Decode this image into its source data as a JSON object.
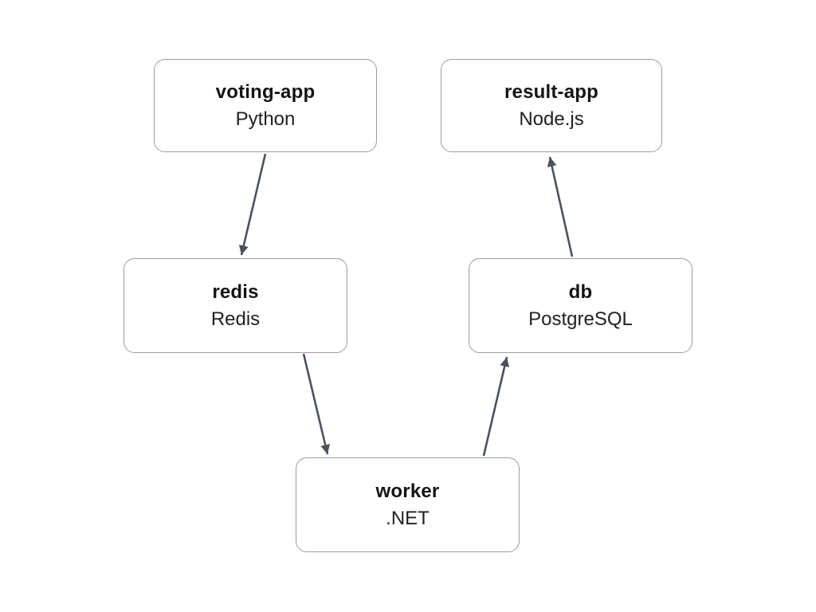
{
  "diagram": {
    "type": "architecture-diagram",
    "background_color": "#ffffff",
    "node_border_color": "#989da5",
    "node_fill_color": "#ffffff",
    "edge_color": "#4b525c",
    "nodes": [
      {
        "id": "voting-app",
        "title": "voting-app",
        "subtitle": "Python"
      },
      {
        "id": "result-app",
        "title": "result-app",
        "subtitle": "Node.js"
      },
      {
        "id": "redis",
        "title": "redis",
        "subtitle": "Redis"
      },
      {
        "id": "db",
        "title": "db",
        "subtitle": "PostgreSQL"
      },
      {
        "id": "worker",
        "title": "worker",
        "subtitle": ".NET"
      }
    ],
    "edges": [
      {
        "from": "voting-app",
        "to": "redis",
        "direction": "down"
      },
      {
        "from": "redis",
        "to": "worker",
        "direction": "down"
      },
      {
        "from": "worker",
        "to": "db",
        "direction": "up"
      },
      {
        "from": "db",
        "to": "result-app",
        "direction": "up"
      }
    ]
  }
}
